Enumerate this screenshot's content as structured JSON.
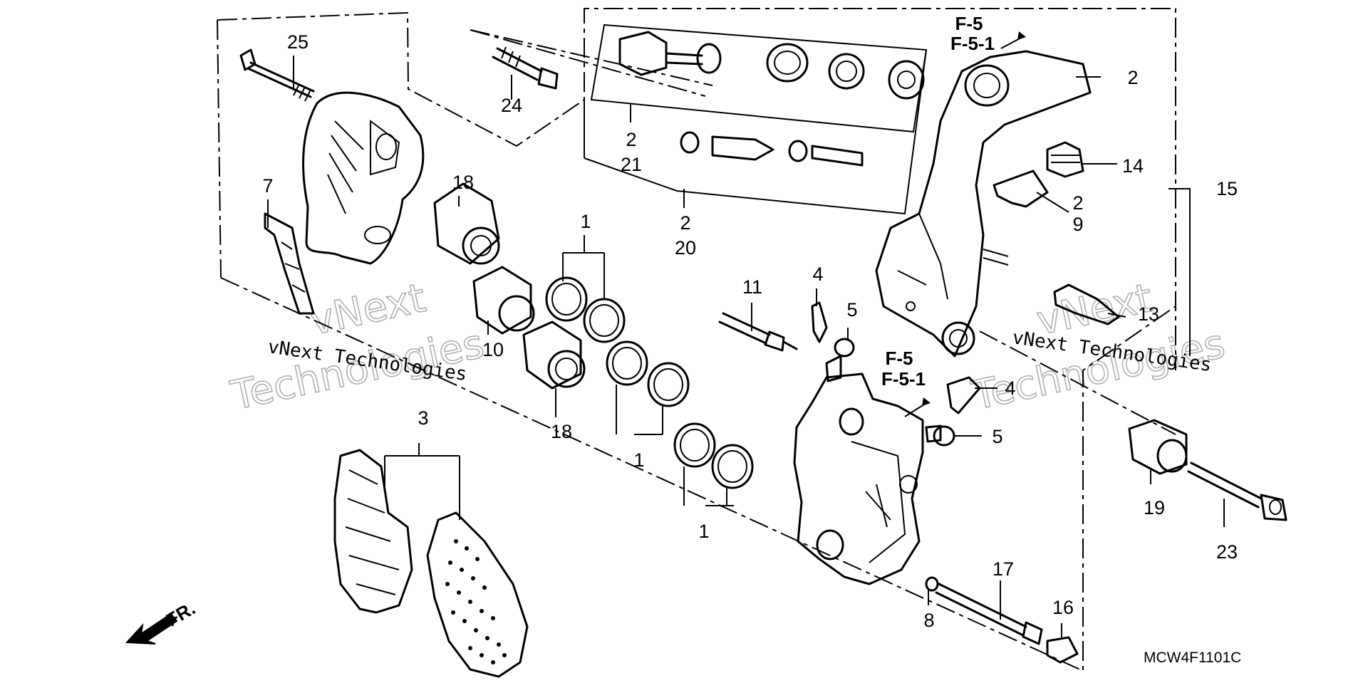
{
  "diagram": {
    "code": "MCW4F1101C",
    "front_marker": "FR.",
    "watermark": {
      "text_line": "vNext Technologies",
      "outline_word1": "vNext",
      "outline_word2": "Technologies"
    },
    "refs": {
      "top_f5": "F-5",
      "top_f51": "F-5-1",
      "mid_f5": "F-5",
      "mid_f51": "F-5-1"
    },
    "callouts": {
      "c25": "25",
      "c24": "24",
      "c2a": "2",
      "c21": "21",
      "c2b": "2",
      "c20": "20",
      "c2c": "2",
      "c14": "14",
      "c15": "15",
      "c2d": "2",
      "c9": "9",
      "c7": "7",
      "c18a": "18",
      "c1a": "1",
      "c10": "10",
      "c18b": "18",
      "c1b": "1",
      "c1c": "1",
      "c11": "11",
      "c4a": "4",
      "c5a": "5",
      "c13": "13",
      "c4b": "4",
      "c5b": "5",
      "c3": "3",
      "c19": "19",
      "c23": "23",
      "c17": "17",
      "c16": "16",
      "c8": "8"
    }
  }
}
